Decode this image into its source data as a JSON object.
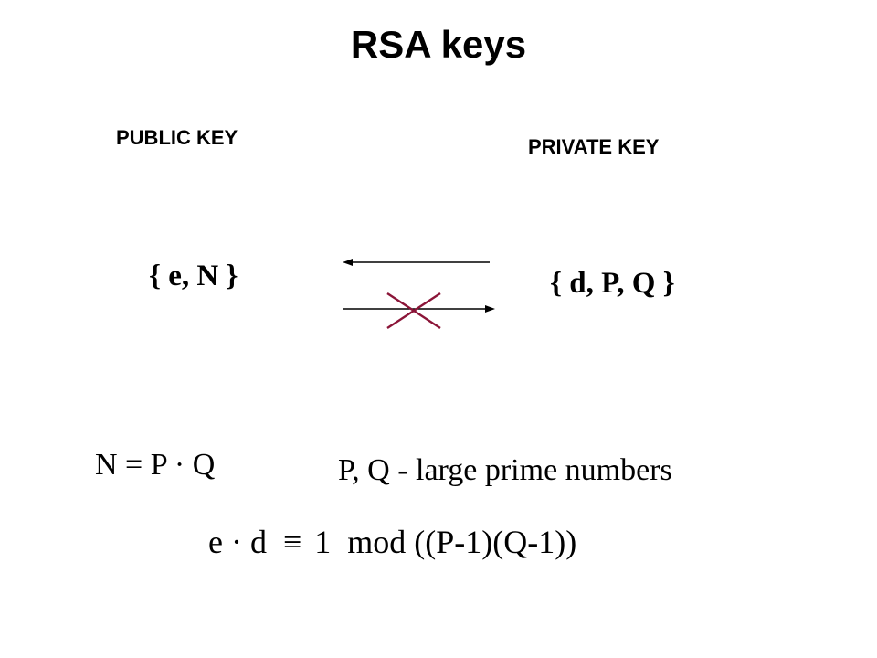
{
  "title": "RSA keys",
  "public_key": {
    "label": "PUBLIC KEY",
    "value": "{ e, N }"
  },
  "private_key": {
    "label": "PRIVATE KEY",
    "value": "{ d, P, Q }"
  },
  "equations": {
    "modulus": "N = P · Q",
    "primes_note": "P, Q - large prime numbers",
    "relation_lhs": "e · d",
    "relation_equiv": "≡",
    "relation_one": "1",
    "relation_mod": "mod ((P-1)(Q-1))"
  },
  "colors": {
    "text": "#000000",
    "arrow": "#000000",
    "cross": "#8b1538",
    "background": "#ffffff"
  },
  "diagram": {
    "forward_arrow": "private-to-public",
    "reverse_arrow": "public-to-private",
    "reverse_arrow_crossed": true
  }
}
